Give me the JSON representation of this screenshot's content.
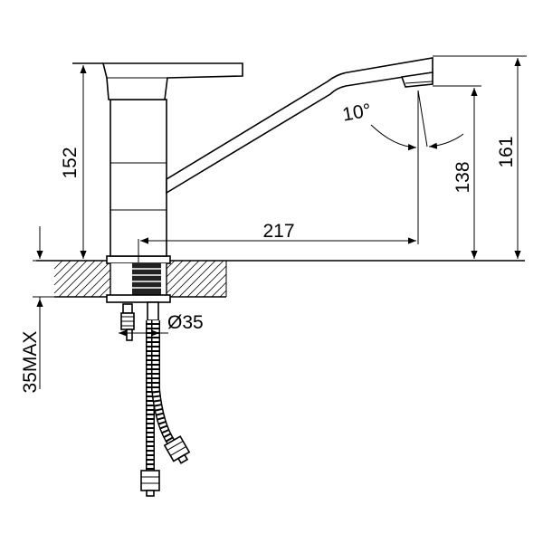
{
  "dimensions": {
    "height_lever": "152",
    "height_total": "161",
    "height_outlet": "138",
    "reach": "217",
    "swivel_angle": "10°",
    "hole_diameter": "Ø35",
    "max_thickness": "35MAX"
  }
}
